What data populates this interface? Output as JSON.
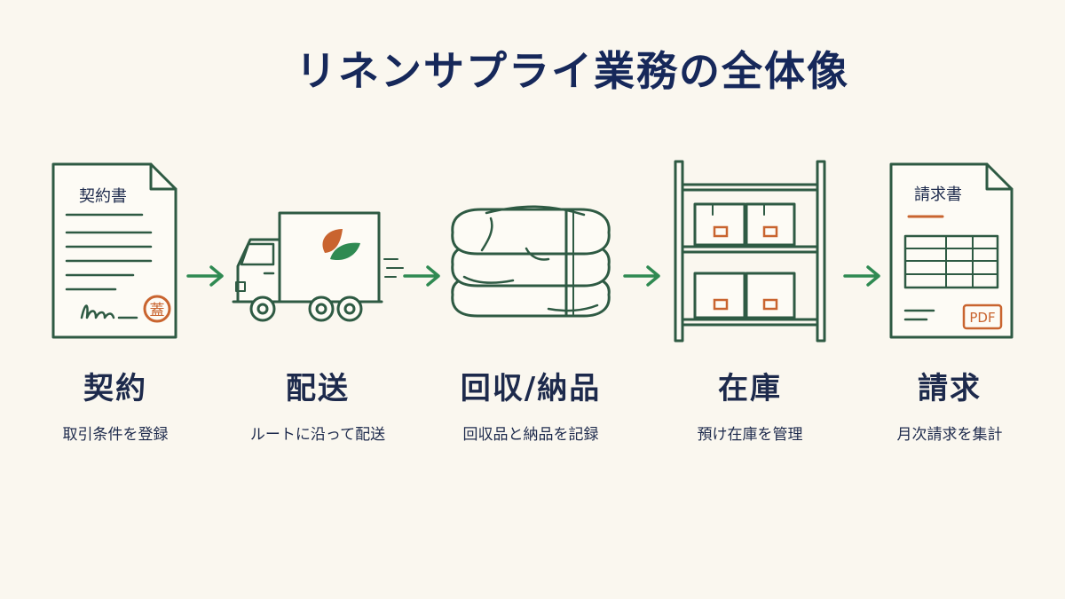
{
  "title": "リネンサプライ業務の全体像",
  "steps": [
    {
      "label": "契約",
      "desc": "取引条件を登録",
      "doc_title": "契約書",
      "seal_text": "蓋",
      "icon": "contract-document-icon"
    },
    {
      "label": "配送",
      "desc": "ルートに沿って配送",
      "icon": "delivery-truck-icon"
    },
    {
      "label": "回収/納品",
      "desc": "回収品と納品を記録",
      "icon": "folded-linen-icon"
    },
    {
      "label": "在庫",
      "desc": "預け在庫を管理",
      "icon": "storage-shelf-icon"
    },
    {
      "label": "請求",
      "desc": "月次請求を集計",
      "doc_title": "請求書",
      "badge_text": "PDF",
      "icon": "invoice-document-icon"
    }
  ],
  "colors": {
    "line": "#2e5a43",
    "accent_green": "#2f8a52",
    "accent_orange": "#c9642f",
    "text": "#1d2a4c",
    "background": "#faf7ef"
  }
}
